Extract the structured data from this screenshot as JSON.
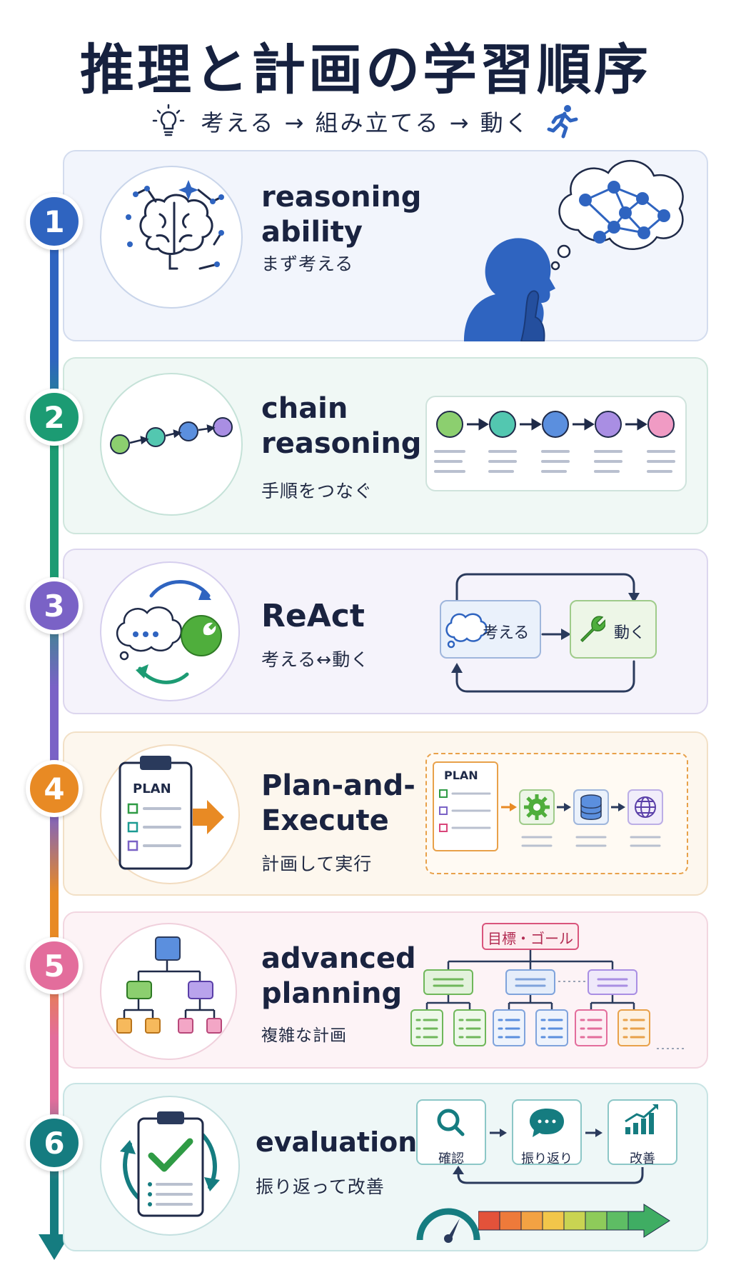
{
  "header": {
    "title": "推理と計画の学習順序",
    "subtitle": "考える → 組み立てる → 動く",
    "lightbulb_icon": "lightbulb-icon",
    "runner_icon": "running-person-icon"
  },
  "colors": {
    "step1": "#2f64c0",
    "step2": "#1c9b73",
    "step3": "#7a62c6",
    "step4": "#e88a24",
    "step5": "#e36d9c",
    "step6": "#157c80"
  },
  "steps": [
    {
      "number": "1",
      "title": "reasoning\nability",
      "subtitle": "まず考える",
      "icons": [
        "brain-icon",
        "person-thinking-icon",
        "thought-network-icon"
      ]
    },
    {
      "number": "2",
      "title": "chain\nreasoning",
      "subtitle": "手順をつなぐ",
      "icons": [
        "chain-nodes-icon"
      ]
    },
    {
      "number": "3",
      "title": "ReAct",
      "subtitle": "考える↔動く",
      "think_label": "考える",
      "act_label": "動く",
      "icons": [
        "cycle-arrows-icon",
        "wrench-icon",
        "thought-bubble-icon"
      ]
    },
    {
      "number": "4",
      "title": "Plan-and-\nExecute",
      "subtitle": "計画して実行",
      "plan_label": "PLAN",
      "icons": [
        "clipboard-icon",
        "gear-icon",
        "database-icon",
        "globe-icon"
      ]
    },
    {
      "number": "5",
      "title": "advanced\nplanning",
      "subtitle": "複雑な計画",
      "goal_label": "目標・ゴール",
      "icons": [
        "tree-hierarchy-icon"
      ]
    },
    {
      "number": "6",
      "title": "evaluation",
      "subtitle": "振り返って改善",
      "flow": [
        "確認",
        "振り返り",
        "改善"
      ],
      "icons": [
        "clipboard-check-icon",
        "search-icon",
        "chat-icon",
        "chart-up-icon",
        "gauge-icon"
      ]
    }
  ]
}
